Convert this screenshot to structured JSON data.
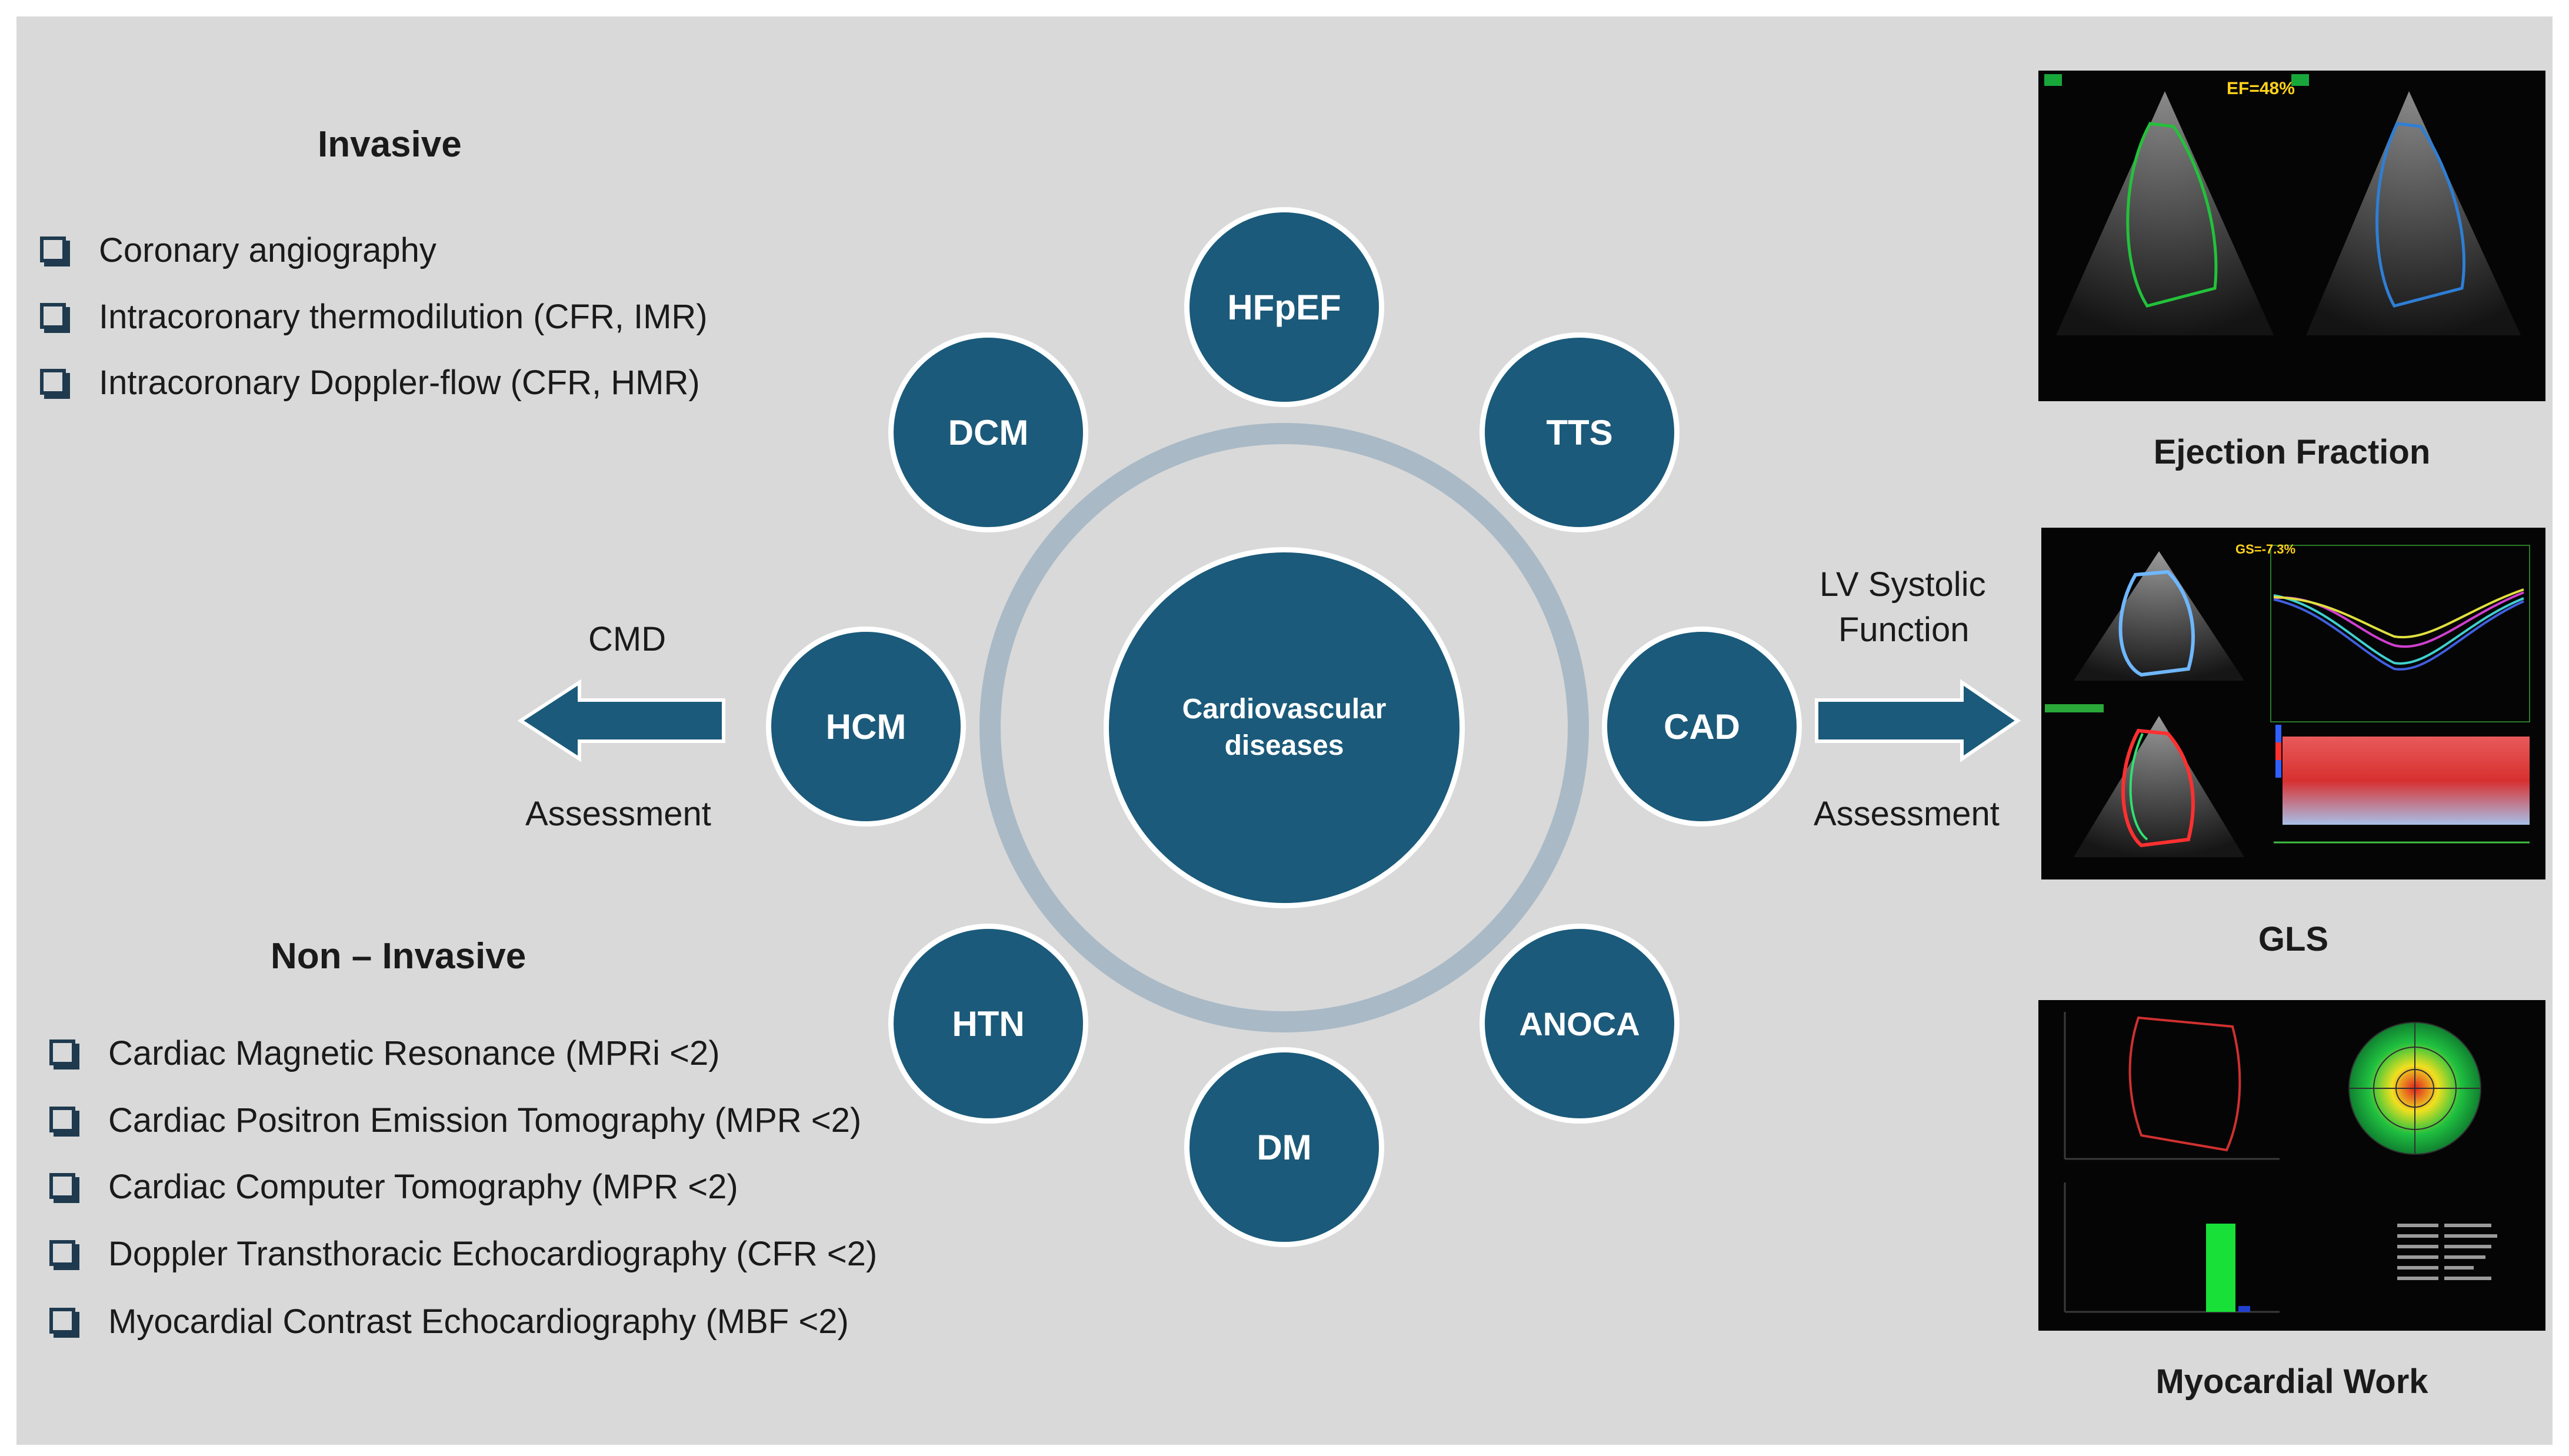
{
  "invasive": {
    "title": "Invasive",
    "items": [
      "Coronary angiography",
      "Intracoronary thermodilution (CFR, IMR)",
      "Intracoronary Doppler-flow (CFR, HMR)"
    ]
  },
  "non_invasive": {
    "title": "Non – Invasive",
    "items": [
      "Cardiac Magnetic Resonance (MPRi <2)",
      "Cardiac Positron Emission Tomography (MPR <2)",
      "Cardiac Computer Tomography (MPR <2)",
      "Doppler Transthoracic Echocardiography (CFR <2)",
      "Myocardial Contrast Echocardiography (MBF <2)"
    ]
  },
  "left_arrow": {
    "top_label": "CMD",
    "bottom_label": "Assessment"
  },
  "right_arrow": {
    "top_label_line1": "LV Systolic",
    "top_label_line2": "Function",
    "bottom_label": "Assessment"
  },
  "center": {
    "line1": "Cardiovascular",
    "line2": "diseases"
  },
  "nodes": [
    "HFpEF",
    "TTS",
    "CAD",
    "ANOCA",
    "DM",
    "HTN",
    "HCM",
    "DCM"
  ],
  "panels": {
    "ef": {
      "title": "Ejection Fraction",
      "overlay": "EF=48%"
    },
    "gls": {
      "title": "GLS",
      "overlay": "GS=-7.3%"
    },
    "mw": {
      "title": "Myocardial Work"
    }
  },
  "colors": {
    "node": "#1b5a7a",
    "ring": "#a9b9c6",
    "arrow": "#1b5a7a",
    "background": "#d9d9d9"
  }
}
